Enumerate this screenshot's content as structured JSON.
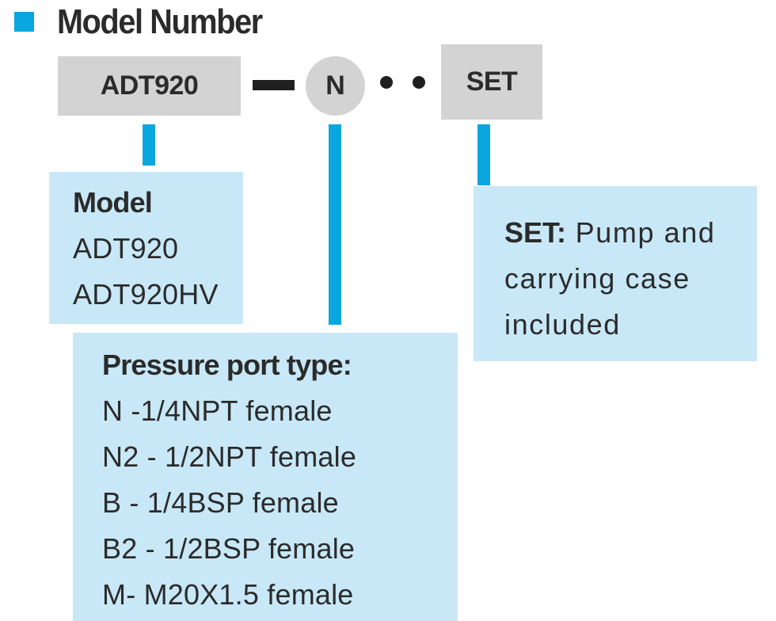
{
  "header": {
    "title": "Model Number"
  },
  "code": {
    "model": "ADT920",
    "port": "N",
    "set": "SET"
  },
  "model_box": {
    "title": "Model",
    "items": [
      "ADT920",
      "ADT920HV"
    ]
  },
  "port_box": {
    "title": "Pressure port type:",
    "items": [
      "N -1/4NPT female",
      "N2 - 1/2NPT female",
      "B - 1/4BSP female",
      "B2 - 1/2BSP female",
      "M- M20X1.5 female"
    ]
  },
  "set_box": {
    "key": "SET:",
    "text": "Pump and carrying case included"
  },
  "colors": {
    "accent": "#0aa6e0",
    "box_fill": "#c8e8f7",
    "code_fill": "#d3d3d3"
  }
}
